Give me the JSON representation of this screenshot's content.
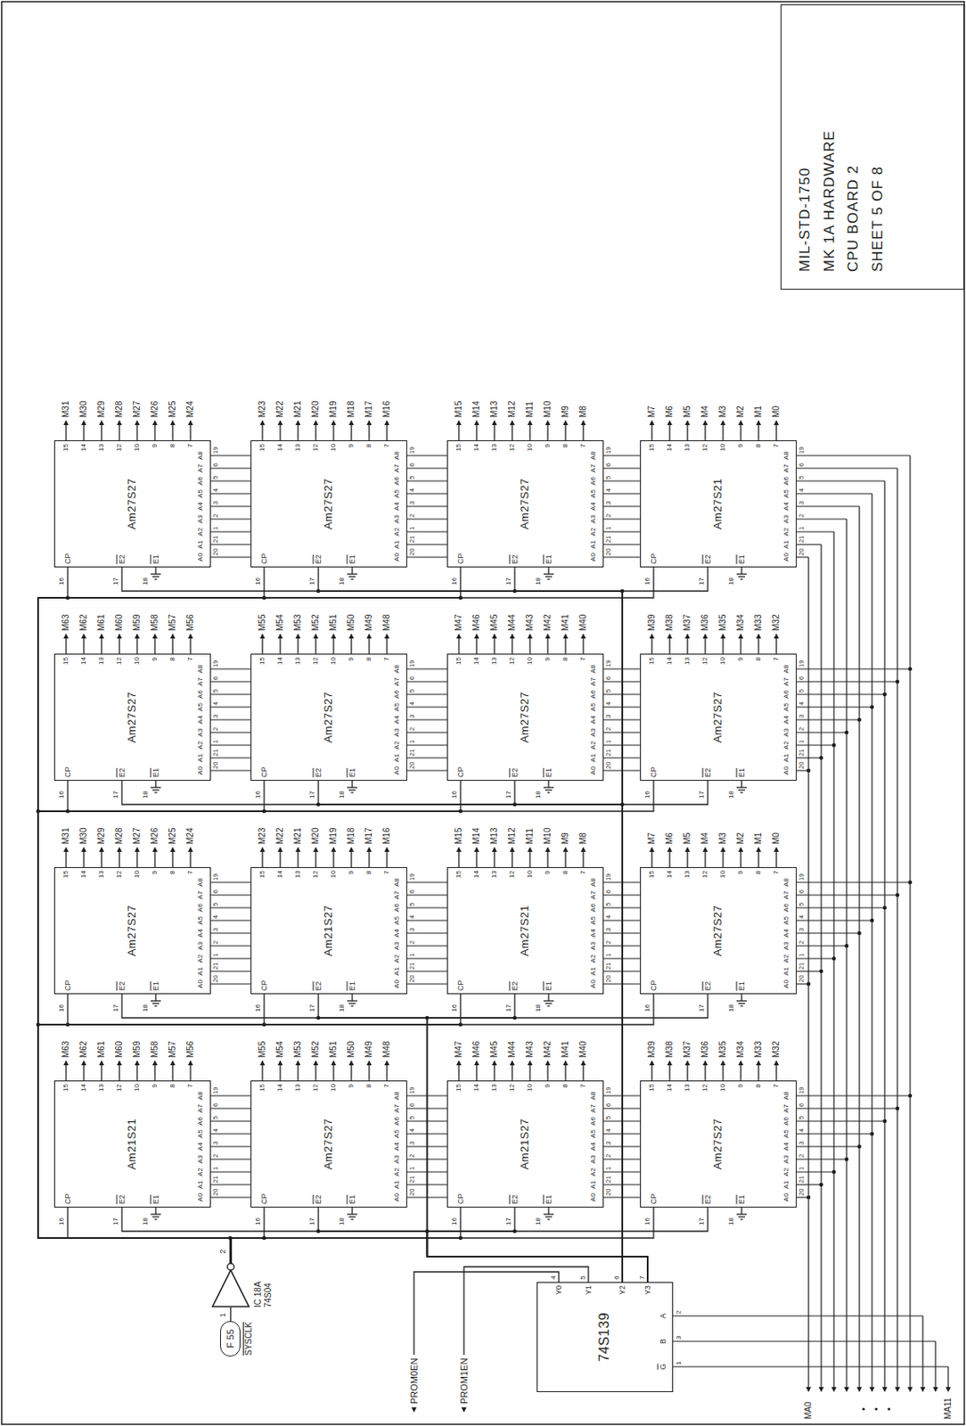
{
  "diagram": {
    "nodes": [
      {
        "text": [
          "MIL-STD-1750",
          "MK 1A HARDWARE",
          "CPU BOARD 2",
          "SHEET 5 OF 8"
        ]
      },
      {
        "text": [
          "Am27S27"
        ]
      },
      {
        "text": [
          "Am27S27"
        ]
      },
      {
        "text": [
          "Am27S27"
        ]
      },
      {
        "text": [
          "Am27S21"
        ]
      },
      {
        "text": [
          "Am27S27"
        ]
      },
      {
        "text": [
          "Am27S27"
        ]
      },
      {
        "text": [
          "Am27S27"
        ]
      },
      {
        "text": [
          "Am27S27"
        ]
      },
      {
        "text": [
          "Am27S27"
        ]
      },
      {
        "text": [
          "Am21S27"
        ]
      },
      {
        "text": [
          "Am27S21"
        ]
      },
      {
        "text": [
          "Am27S27"
        ]
      },
      {
        "text": [
          "Am21S21"
        ]
      },
      {
        "text": [
          "Am27S27"
        ]
      },
      {
        "text": [
          "Am21S27"
        ]
      },
      {
        "text": [
          "Am27S27"
        ]
      },
      {
        "text": [
          "IC 18A 74S04"
        ]
      },
      {
        "text": [
          "F 55"
        ]
      },
      {
        "text": [
          "74S139"
        ]
      }
    ],
    "edges": [
      {
        "from": 18,
        "to": 17,
        "arrow": "none"
      },
      {
        "from": 17,
        "to": 1,
        "arrow": "none"
      },
      {
        "from": 17,
        "to": 2,
        "arrow": "none"
      },
      {
        "from": 17,
        "to": 3,
        "arrow": "none"
      },
      {
        "from": 17,
        "to": 4,
        "arrow": "none"
      },
      {
        "from": 17,
        "to": 5,
        "arrow": "none"
      },
      {
        "from": 17,
        "to": 6,
        "arrow": "none"
      },
      {
        "from": 17,
        "to": 7,
        "arrow": "none"
      },
      {
        "from": 17,
        "to": 8,
        "arrow": "none"
      },
      {
        "from": 17,
        "to": 9,
        "arrow": "none"
      },
      {
        "from": 17,
        "to": 10,
        "arrow": "none"
      },
      {
        "from": 17,
        "to": 11,
        "arrow": "none"
      },
      {
        "from": 17,
        "to": 12,
        "arrow": "none"
      },
      {
        "from": 17,
        "to": 13,
        "arrow": "none"
      },
      {
        "from": 17,
        "to": 14,
        "arrow": "none"
      },
      {
        "from": 17,
        "to": 15,
        "arrow": "none"
      },
      {
        "from": 17,
        "to": 16,
        "arrow": "none"
      },
      {
        "from": 19,
        "to": 1,
        "arrow": "none"
      },
      {
        "from": 19,
        "to": 2,
        "arrow": "none"
      },
      {
        "from": 19,
        "to": 3,
        "arrow": "none"
      },
      {
        "from": 19,
        "to": 4,
        "arrow": "none"
      },
      {
        "from": 19,
        "to": 5,
        "arrow": "none"
      },
      {
        "from": 19,
        "to": 6,
        "arrow": "none"
      },
      {
        "from": 19,
        "to": 7,
        "arrow": "none"
      },
      {
        "from": 19,
        "to": 8,
        "arrow": "none"
      },
      {
        "from": 19,
        "to": 9,
        "arrow": "none"
      },
      {
        "from": 19,
        "to": 10,
        "arrow": "none"
      },
      {
        "from": 19,
        "to": 11,
        "arrow": "none"
      },
      {
        "from": 19,
        "to": 12,
        "arrow": "none"
      },
      {
        "from": 19,
        "to": 13,
        "arrow": "none"
      },
      {
        "from": 19,
        "to": 14,
        "arrow": "none"
      },
      {
        "from": 19,
        "to": 15,
        "arrow": "none"
      },
      {
        "from": 19,
        "to": 16,
        "arrow": "none"
      }
    ],
    "labels": [
      "15",
      "14",
      "13",
      "12",
      "10",
      "9",
      "8",
      "7",
      "M31",
      "M30",
      "M29",
      "M28",
      "M27",
      "M26",
      "M25",
      "M24",
      "CP",
      "16",
      "E2",
      "17",
      "E1",
      "18",
      "A0",
      "A1",
      "A2",
      "A3",
      "A4",
      "A5",
      "A6",
      "A7",
      "A8",
      "20",
      "21",
      "1",
      "2",
      "3",
      "4",
      "5",
      "6",
      "19",
      "15",
      "14",
      "13",
      "12",
      "10",
      "9",
      "8",
      "7",
      "M23",
      "M22",
      "M21",
      "M20",
      "M19",
      "M18",
      "M17",
      "M16",
      "CP",
      "16",
      "E2",
      "17",
      "E1",
      "18",
      "A0",
      "A1",
      "A2",
      "A3",
      "A4",
      "A5",
      "A6",
      "A7",
      "A8",
      "20",
      "21",
      "1",
      "2",
      "3",
      "4",
      "5",
      "6",
      "19",
      "15",
      "14",
      "13",
      "12",
      "10",
      "9",
      "8",
      "7",
      "M15",
      "M14",
      "M13",
      "M12",
      "M11",
      "M10",
      "M9",
      "M8",
      "CP",
      "16",
      "E2",
      "17",
      "E1",
      "18",
      "A0",
      "A1",
      "A2",
      "A3",
      "A4",
      "A5",
      "A6",
      "A7",
      "A8",
      "20",
      "21",
      "1",
      "2",
      "3",
      "4",
      "5",
      "6",
      "19",
      "15",
      "14",
      "13",
      "12",
      "10",
      "9",
      "8",
      "7",
      "M7",
      "M6",
      "M5",
      "M4",
      "M3",
      "M2",
      "M1",
      "M0",
      "CP",
      "16",
      "E2",
      "17",
      "E1",
      "18",
      "A0",
      "A1",
      "A2",
      "A3",
      "A4",
      "A5",
      "A6",
      "A7",
      "A8",
      "20",
      "21",
      "1",
      "2",
      "3",
      "4",
      "5",
      "6",
      "19",
      "15",
      "14",
      "13",
      "12",
      "10",
      "9",
      "8",
      "7",
      "M63",
      "M62",
      "M61",
      "M60",
      "M59",
      "M58",
      "M57",
      "M56",
      "CP",
      "16",
      "E2",
      "17",
      "E1",
      "18",
      "A0",
      "A1",
      "A2",
      "A3",
      "A4",
      "A5",
      "A6",
      "A7",
      "A8",
      "20",
      "21",
      "1",
      "2",
      "3",
      "4",
      "5",
      "6",
      "19",
      "15",
      "14",
      "13",
      "12",
      "10",
      "9",
      "8",
      "7",
      "M55",
      "M54",
      "M53",
      "M52",
      "M51",
      "M50",
      "M49",
      "M48",
      "CP",
      "16",
      "E2",
      "17",
      "E1",
      "18",
      "A0",
      "A1",
      "A2",
      "A3",
      "A4",
      "A5",
      "A6",
      "A7",
      "A8",
      "20",
      "21",
      "1",
      "2",
      "3",
      "4",
      "5",
      "6",
      "19",
      "15",
      "14",
      "13",
      "12",
      "10",
      "9",
      "8",
      "7",
      "M47",
      "M46",
      "M45",
      "M44",
      "M43",
      "M42",
      "M41",
      "M40",
      "CP",
      "16",
      "E2",
      "17",
      "E1",
      "18",
      "A0",
      "A1",
      "A2",
      "A3",
      "A4",
      "A5",
      "A6",
      "A7",
      "A8",
      "20",
      "21",
      "1",
      "2",
      "3",
      "4",
      "5",
      "6",
      "19",
      "15",
      "14",
      "13",
      "12",
      "10",
      "9",
      "8",
      "7",
      "M39",
      "M38",
      "M37",
      "M36",
      "M35",
      "M34",
      "M33",
      "M32",
      "CP",
      "16",
      "E2",
      "17",
      "E1",
      "18",
      "A0",
      "A1",
      "A2",
      "A3",
      "A4",
      "A5",
      "A6",
      "A7",
      "A8",
      "20",
      "21",
      "1",
      "2",
      "3",
      "4",
      "5",
      "6",
      "19",
      "15",
      "14",
      "13",
      "12",
      "10",
      "9",
      "8",
      "7",
      "M31",
      "M30",
      "M29",
      "M28",
      "M27",
      "M26",
      "M25",
      "M24",
      "CP",
      "16",
      "E2",
      "17",
      "E1",
      "18",
      "A0",
      "A1",
      "A2",
      "A3",
      "A4",
      "A5",
      "A6",
      "A7",
      "A8",
      "20",
      "21",
      "1",
      "2",
      "3",
      "4",
      "5",
      "6",
      "19",
      "15",
      "14",
      "13",
      "12",
      "10",
      "9",
      "8",
      "7",
      "M23",
      "M22",
      "M21",
      "M20",
      "M19",
      "M18",
      "M17",
      "M16",
      "CP",
      "16",
      "E2",
      "17",
      "E1",
      "18",
      "A0",
      "A1",
      "A2",
      "A3",
      "A4",
      "A5",
      "A6",
      "A7",
      "A8",
      "20",
      "21",
      "1",
      "2",
      "3",
      "4",
      "5",
      "6",
      "19",
      "15",
      "14",
      "13",
      "12",
      "10",
      "9",
      "8",
      "7",
      "M15",
      "M14",
      "M13",
      "M12",
      "M11",
      "M10",
      "M9",
      "M8",
      "CP",
      "16",
      "E2",
      "17",
      "E1",
      "18",
      "A0",
      "A1",
      "A2",
      "A3",
      "A4",
      "A5",
      "A6",
      "A7",
      "A8",
      "20",
      "21",
      "1",
      "2",
      "3",
      "4",
      "5",
      "6",
      "19",
      "15",
      "14",
      "13",
      "12",
      "10",
      "9",
      "8",
      "7",
      "M7",
      "M6",
      "M5",
      "M4",
      "M3",
      "M2",
      "M1",
      "M0",
      "CP",
      "16",
      "E2",
      "17",
      "E1",
      "18",
      "A0",
      "A1",
      "A2",
      "A3",
      "A4",
      "A5",
      "A6",
      "A7",
      "A8",
      "20",
      "21",
      "1",
      "2",
      "3",
      "4",
      "5",
      "6",
      "19",
      "15",
      "14",
      "13",
      "12",
      "10",
      "9",
      "8",
      "7",
      "M63",
      "M62",
      "M61",
      "M60",
      "M59",
      "M58",
      "M57",
      "M56",
      "CP",
      "16",
      "E2",
      "17",
      "E1",
      "18",
      "A0",
      "A1",
      "A2",
      "A3",
      "A4",
      "A5",
      "A6",
      "A7",
      "A8",
      "20",
      "21",
      "1",
      "2",
      "3",
      "4",
      "5",
      "6",
      "19",
      "15",
      "14",
      "13",
      "12",
      "10",
      "9",
      "8",
      "7",
      "M55",
      "M54",
      "M53",
      "M52",
      "M51",
      "M50",
      "M49",
      "M48",
      "CP",
      "16",
      "E2",
      "17",
      "E1",
      "18",
      "A0",
      "A1",
      "A2",
      "A3",
      "A4",
      "A5",
      "A6",
      "A7",
      "A8",
      "20",
      "21",
      "1",
      "2",
      "3",
      "4",
      "5",
      "6",
      "19",
      "15",
      "14",
      "13",
      "12",
      "10",
      "9",
      "8",
      "7",
      "M47",
      "M46",
      "M45",
      "M44",
      "M43",
      "M42",
      "M41",
      "M40",
      "CP",
      "16",
      "E2",
      "17",
      "E1",
      "18",
      "A0",
      "A1",
      "A2",
      "A3",
      "A4",
      "A5",
      "A6",
      "A7",
      "A8",
      "20",
      "21",
      "1",
      "2",
      "3",
      "4",
      "5",
      "6",
      "19",
      "15",
      "14",
      "13",
      "12",
      "10",
      "9",
      "8",
      "7",
      "M39",
      "M38",
      "M37",
      "M36",
      "M35",
      "M34",
      "M33",
      "M32",
      "CP",
      "16",
      "E2",
      "17",
      "E1",
      "18",
      "A0",
      "A1",
      "A2",
      "A3",
      "A4",
      "A5",
      "A6",
      "A7",
      "A8",
      "20",
      "21",
      "1",
      "2",
      "3",
      "4",
      "5",
      "6",
      "19",
      "1",
      "2",
      "SYSCLK",
      "Y0",
      "Y1",
      "Y2",
      "Y3",
      "4",
      "5",
      "6",
      "7",
      "A",
      "B",
      "G",
      "2",
      "3",
      "1",
      "PROM0EN",
      "PROM1EN",
      "MA0",
      "MA11"
    ]
  }
}
